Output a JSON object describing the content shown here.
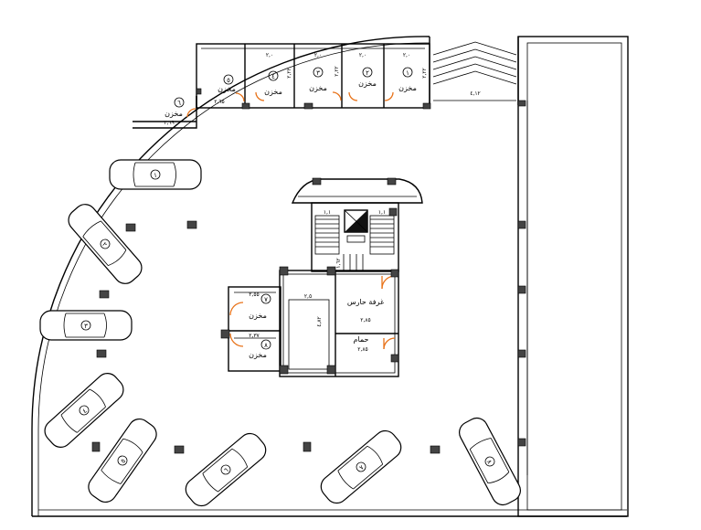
{
  "storage_label": "مخزن",
  "guard_room_label": "غرفة حارس",
  "bathroom_label": "حمام",
  "store_numbers": [
    "١",
    "٢",
    "٣",
    "٤",
    "٥",
    "٦",
    "٧",
    "٨"
  ],
  "car_numbers": [
    "١",
    "٢",
    "٣",
    "٤",
    "٥",
    "٦",
    "٧",
    "٨"
  ],
  "dimensions": {
    "store_top_width": "٢,٠",
    "store_height": "٢,٢٢",
    "store6_width": "٢,٦٥",
    "store6_corridor": "٢,٦٩",
    "store5_width": "٢,٢٥",
    "lobby_width": "٢,٥",
    "lobby_height": "٤,٨٢",
    "guard_room_width": "٢,٨٥",
    "bathroom_width": "٢,٨٥",
    "store7_width": "٢,٥٥",
    "store8_width": "٢,٣٧",
    "stair_width": "١,١",
    "ramp_width": "٤,١٢",
    "corridor_height": "١,٦٢"
  }
}
